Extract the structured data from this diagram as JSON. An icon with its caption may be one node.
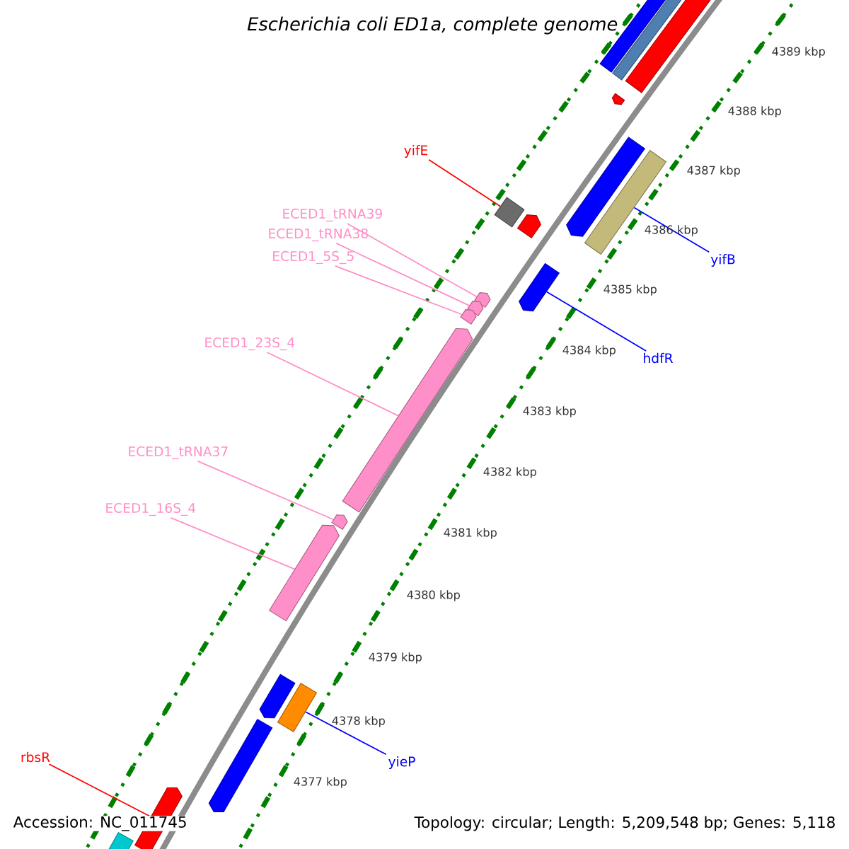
{
  "diagram": {
    "title": "Escherichia coli ED1a, complete genome",
    "nodes": [
      {
        "text": [
          "yifE"
        ]
      },
      {
        "text": [],
        "shape": "box"
      },
      {
        "text": [
          "yifB"
        ]
      },
      {
        "text": [],
        "shape": "bar"
      },
      {
        "text": [
          "ECED1_tRNA39"
        ]
      },
      {
        "text": [
          "ECED1_tRNA38"
        ]
      },
      {
        "text": [
          "ECED1_5S_5"
        ]
      },
      {
        "text": [],
        "shape": "bar"
      },
      {
        "text": [],
        "shape": "bar"
      },
      {
        "text": [],
        "shape": "bar"
      },
      {
        "text": [
          "hdfR"
        ]
      },
      {
        "text": [],
        "shape": "bar"
      },
      {
        "text": [
          "ECED1_23S_4"
        ]
      },
      {
        "text": [],
        "shape": "bar"
      },
      {
        "text": [
          "ECED1_tRNA37"
        ]
      },
      {
        "text": [],
        "shape": "bar"
      },
      {
        "text": [
          "ECED1_16S_4"
        ]
      },
      {
        "text": [],
        "shape": "bar"
      },
      {
        "text": [
          "yieP"
        ]
      },
      {
        "text": [],
        "shape": "box"
      },
      {
        "text": [
          "rbsR"
        ]
      },
      {
        "text": [],
        "shape": "bar"
      }
    ],
    "edges": [
      {
        "from": 0,
        "to": 1,
        "arrow": "none",
        "color": "#ff0000"
      },
      {
        "from": 2,
        "to": 3,
        "arrow": "none",
        "color": "#0000ff"
      },
      {
        "from": 4,
        "to": 7,
        "arrow": "none"
      },
      {
        "from": 5,
        "to": 8,
        "arrow": "none"
      },
      {
        "from": 6,
        "to": 9,
        "arrow": "none"
      },
      {
        "from": 10,
        "to": 11,
        "arrow": "none",
        "color": "#0000ff"
      },
      {
        "from": 12,
        "to": 13,
        "arrow": "none"
      },
      {
        "from": 14,
        "to": 15,
        "arrow": "none"
      },
      {
        "from": 16,
        "to": 17,
        "arrow": "none"
      },
      {
        "from": 18,
        "to": 19,
        "arrow": "none",
        "color": "#0000ff"
      },
      {
        "from": 20,
        "to": 21,
        "arrow": "none",
        "color": "#ff0000"
      }
    ],
    "labels": [
      "4389 kbp",
      "4388 kbp",
      "4387 kbp",
      "4386 kbp",
      "4385 kbp",
      "4384 kbp",
      "4383 kbp",
      "4382 kbp",
      "4381 kbp",
      "4380 kbp",
      "4379 kbp",
      "4378 kbp",
      "4377 kbp",
      "Accession: NC_011745",
      "Topology: circular; Length: 5,209,548 bp; Genes: 5,118"
    ]
  }
}
